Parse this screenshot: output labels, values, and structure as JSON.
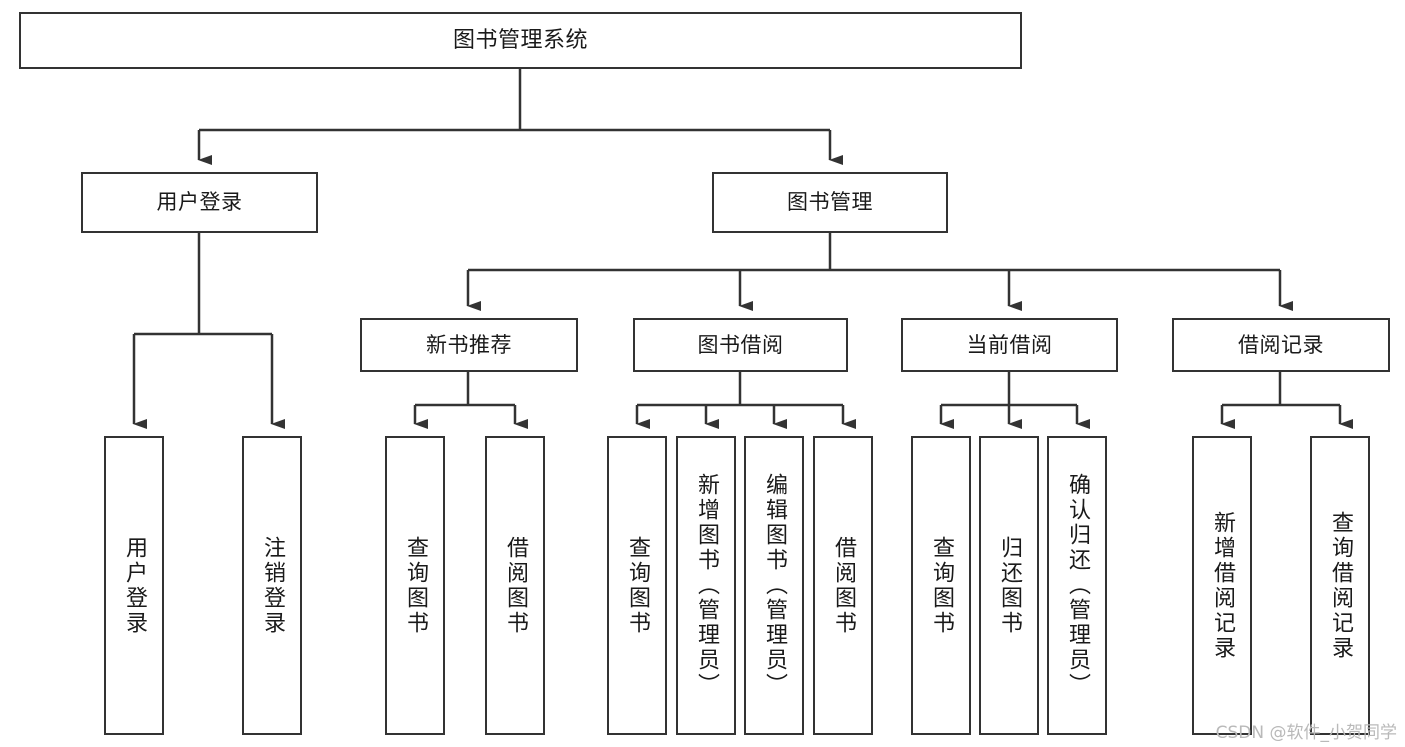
{
  "diagram": {
    "title": "图书管理系统",
    "type": "tree-hierarchy-chart",
    "line_color": "#333333",
    "box_border_color": "#333333",
    "box_fill_color": "#ffffff",
    "background_color": "#ffffff",
    "text_color": "#1a1a1a"
  },
  "nodes": {
    "root": {
      "label": "图书管理系统"
    },
    "level1": [
      {
        "label": "用户登录"
      },
      {
        "label": "图书管理"
      }
    ],
    "level2": [
      {
        "label": "新书推荐"
      },
      {
        "label": "图书借阅"
      },
      {
        "label": "当前借阅"
      },
      {
        "label": "借阅记录"
      }
    ],
    "leaves": {
      "user_login": [
        {
          "label": "用户登录"
        },
        {
          "label": "注销登录"
        }
      ],
      "new_book_recommend": [
        {
          "label": "查询图书"
        },
        {
          "label": "借阅图书"
        }
      ],
      "book_borrow": [
        {
          "label": "查询图书"
        },
        {
          "label": "新增图书（管理员）"
        },
        {
          "label": "编辑图书（管理员）"
        },
        {
          "label": "借阅图书"
        }
      ],
      "current_borrow": [
        {
          "label": "查询图书"
        },
        {
          "label": "归还图书"
        },
        {
          "label": "确认归还（管理员）"
        }
      ],
      "borrow_record": [
        {
          "label": "新增借阅记录"
        },
        {
          "label": "查询借阅记录"
        }
      ]
    }
  },
  "watermark": {
    "text": "CSDN @软件_小贺同学"
  }
}
